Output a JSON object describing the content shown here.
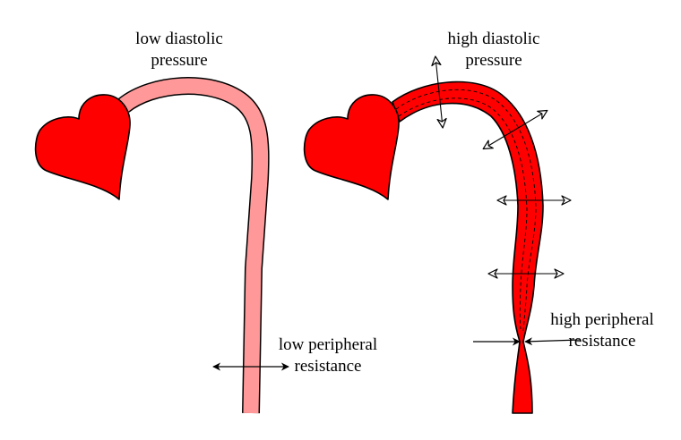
{
  "labels": {
    "low_diastolic": [
      "low diastolic",
      "pressure"
    ],
    "high_diastolic": [
      "high diastolic",
      "pressure"
    ],
    "low_peripheral": [
      "low peripheral",
      "resistance"
    ],
    "high_peripheral": [
      "high peripheral",
      "resistance"
    ]
  },
  "colors": {
    "heart": "#ff0000",
    "artery_normal": "#ff9999",
    "artery_constricted": "#ff0000",
    "outline": "#000000"
  },
  "icons": {
    "heart": "heart-icon",
    "arrow_outward": "hollow-arrow-icon",
    "arrow_inward": "solid-arrow-icon"
  }
}
